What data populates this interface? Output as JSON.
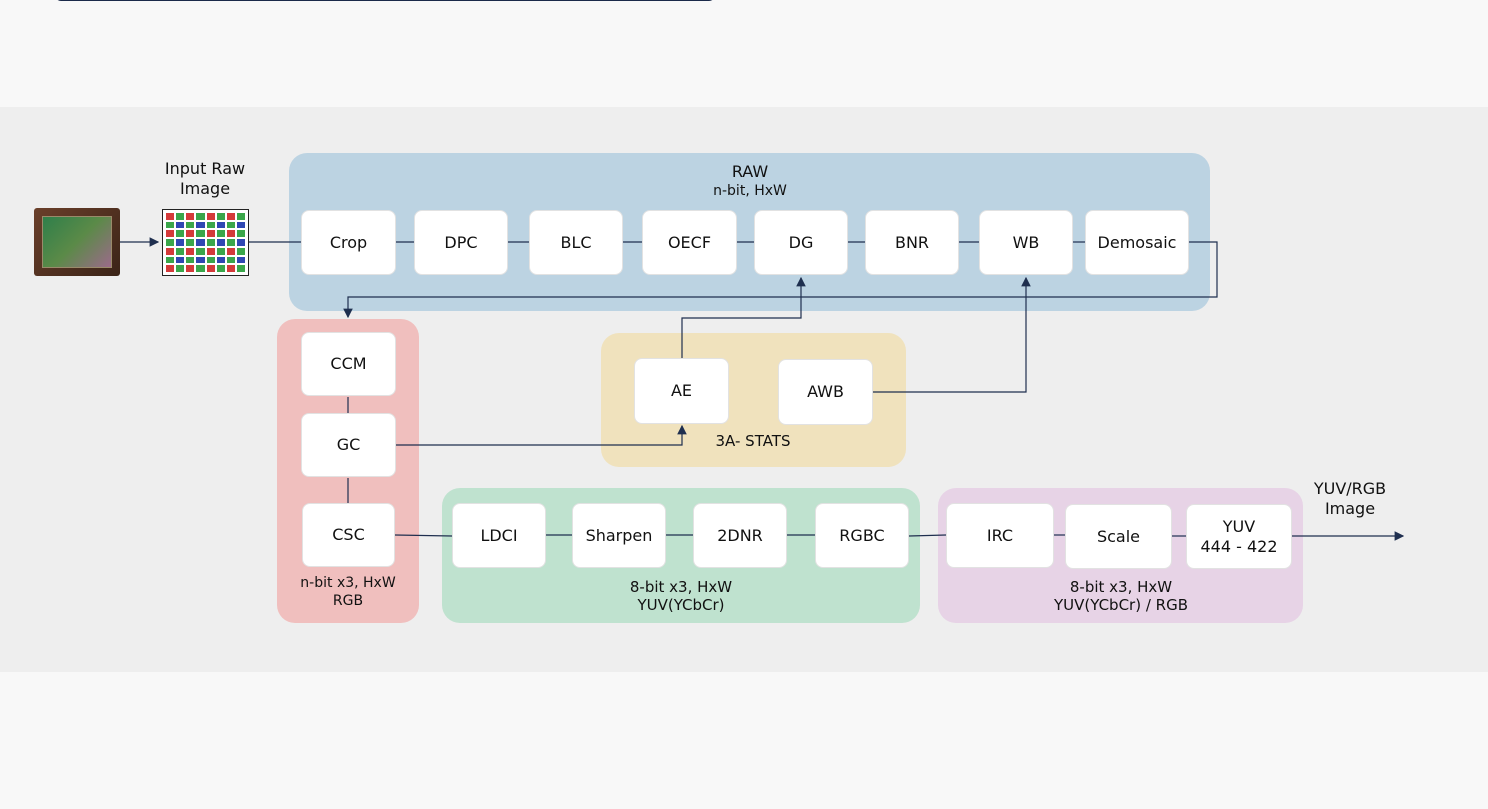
{
  "colors": {
    "raw_bg": "#bcd3e2",
    "rgb_bg": "#f0bfbe",
    "stats_bg": "#f0e2bd",
    "yuv_bg": "#bfe2cf",
    "out_bg": "#e7d3e6",
    "line": "#1f2f4f",
    "bayer": [
      "#d43a3a",
      "#3aa64a",
      "#2f47b3"
    ]
  },
  "input": {
    "label": "Input Raw\nImage",
    "sensor_icon": "image-sensor-icon",
    "bayer_icon": "bayer-pattern-icon"
  },
  "raw": {
    "title": "RAW",
    "subtitle": "n-bit, HxW",
    "blocks": [
      "Crop",
      "DPC",
      "BLC",
      "OECF",
      "DG",
      "BNR",
      "WB",
      "Demosaic"
    ]
  },
  "rgb": {
    "blocks": [
      "CCM",
      "GC",
      "CSC"
    ],
    "caption": "n-bit x3, HxW\nRGB"
  },
  "stats": {
    "blocks": [
      "AE",
      "AWB"
    ],
    "caption": "3A- STATS"
  },
  "yuv": {
    "blocks": [
      "LDCI",
      "Sharpen",
      "2DNR",
      "RGBC"
    ],
    "caption": "8-bit x3, HxW\nYUV(YCbCr)"
  },
  "out": {
    "blocks": [
      "IRC",
      "Scale",
      "YUV\n444 - 422"
    ],
    "caption": "8-bit x3, HxW\nYUV(YCbCr) / RGB"
  },
  "output": {
    "label": "YUV/RGB\nImage"
  }
}
